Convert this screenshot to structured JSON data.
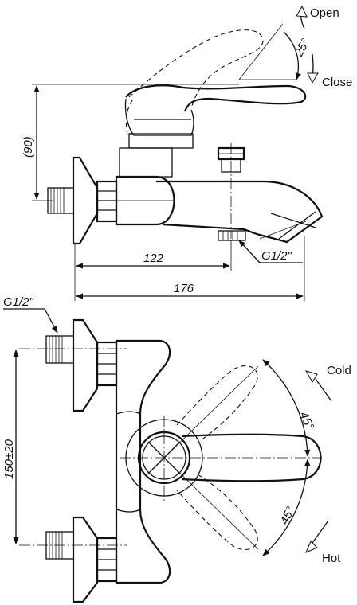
{
  "top_view": {
    "open_label": "Open",
    "close_label": "Close",
    "angle": "25°",
    "height_dim": "(90)",
    "dim_spout_outlet": "122",
    "dim_overall": "176",
    "outlet_thread": "G1/2\""
  },
  "bottom_view": {
    "inlet_thread": "G1/2\"",
    "spacing_dim": "150±20",
    "cold_label": "Cold",
    "hot_label": "Hot",
    "angle_cold": "45°",
    "angle_hot": "45°"
  }
}
